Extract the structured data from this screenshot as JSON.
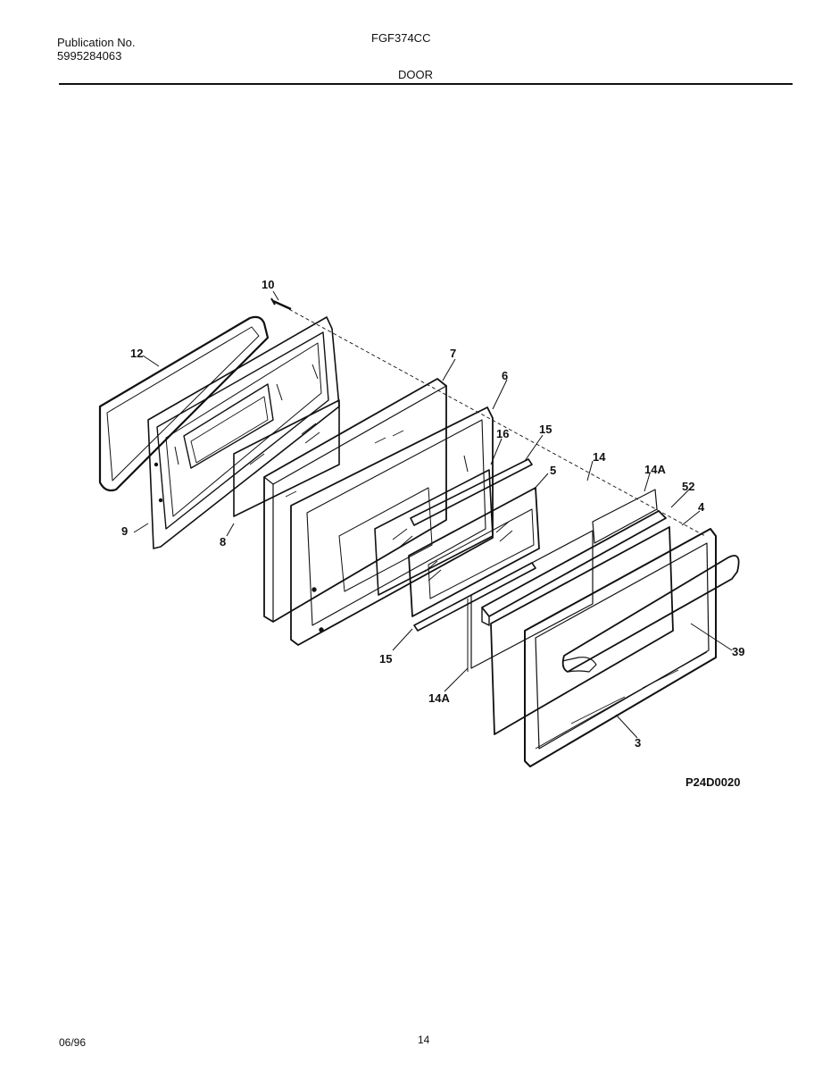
{
  "header": {
    "publication_label": "Publication No.",
    "publication_number": "5995284063",
    "model": "FGF374CC",
    "section": "DOOR"
  },
  "diagram": {
    "code": "P24D0020",
    "callouts": [
      "10",
      "12",
      "9",
      "8",
      "7",
      "6",
      "16",
      "15",
      "5",
      "14",
      "14A",
      "52",
      "4",
      "39",
      "15",
      "14A",
      "3"
    ]
  },
  "footer": {
    "date": "06/96",
    "page": "14"
  }
}
